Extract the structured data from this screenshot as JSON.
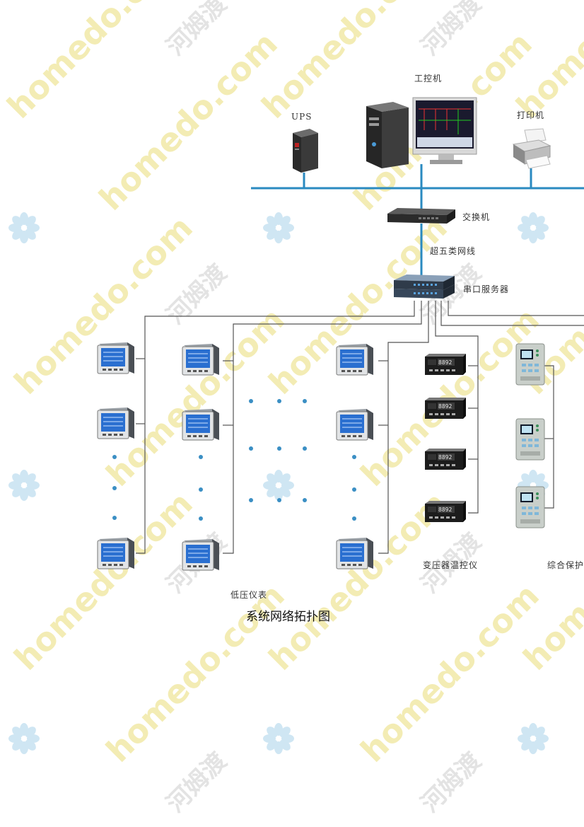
{
  "watermark": {
    "site_text": "homedo.com",
    "brand_text": "河姆渡",
    "site_color": "#f3ecb4",
    "brand_color": "#e3e3e3",
    "flower_color": "#cfe6f3"
  },
  "diagram": {
    "caption": "系统网络拓扑图",
    "labels": {
      "ups": "UPS",
      "workstation": "工控机",
      "printer": "打印机",
      "switch": "交换机",
      "cable": "超五类网线",
      "serial_server": "串口服务器",
      "low_voltage_meters": "低压仪表",
      "transformer_temp": "变压器温控仪",
      "integrated_protection": "综合保护"
    },
    "colors": {
      "ethernet_line": "#2a8ac0",
      "rs485_line": "#555555",
      "dot": "#3b8fc4"
    }
  }
}
